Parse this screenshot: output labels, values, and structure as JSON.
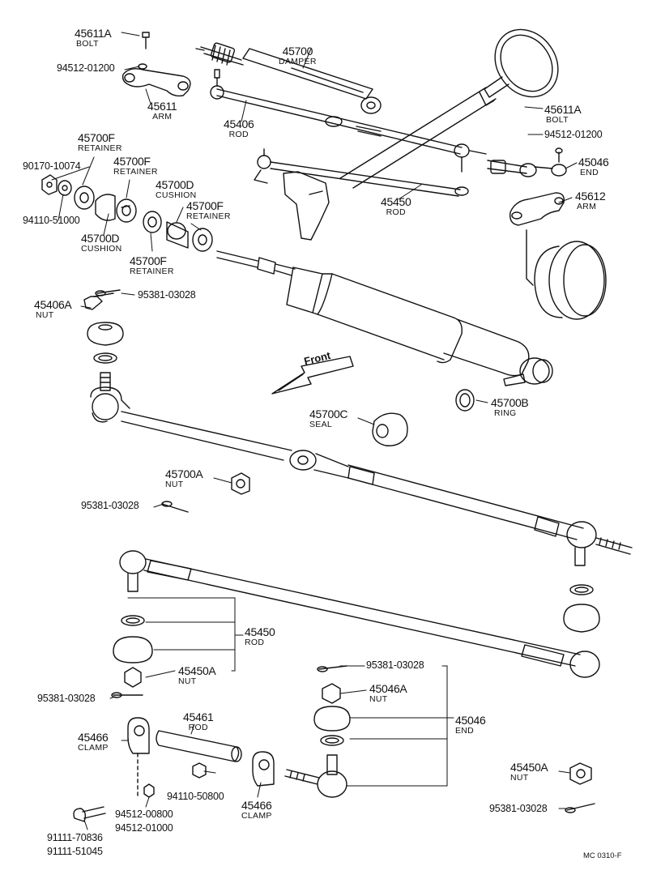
{
  "callouts": {
    "bolt_a": {
      "number": "45611A",
      "name": "BOLT"
    },
    "washer_a": {
      "number": "94512-01200"
    },
    "arm_a": {
      "number": "45611",
      "name": "ARM"
    },
    "damper": {
      "number": "45700",
      "name": "DAMPER"
    },
    "rod_a": {
      "number": "45406",
      "name": "ROD"
    },
    "bolt_b": {
      "number": "45611A",
      "name": "BOLT"
    },
    "washer_b": {
      "number": "94512-01200"
    },
    "end_a": {
      "number": "45046",
      "name": "END"
    },
    "rod_b": {
      "number": "45450",
      "name": "ROD"
    },
    "arm_b": {
      "number": "45612",
      "name": "ARM"
    },
    "ret_1": {
      "number": "45700F",
      "name": "RETAINER"
    },
    "ret_2": {
      "number": "45700F",
      "name": "RETAINER"
    },
    "nut_small": {
      "number": "90170-10074"
    },
    "cush_1": {
      "number": "45700D",
      "name": "CUSHION"
    },
    "ret_3": {
      "number": "45700F",
      "name": "RETAINER"
    },
    "washer_c": {
      "number": "94110-51000"
    },
    "cush_2": {
      "number": "45700D",
      "name": "CUSHION"
    },
    "ret_4": {
      "number": "45700F",
      "name": "RETAINER"
    },
    "pin_a": {
      "number": "95381-03028"
    },
    "nut_a": {
      "number": "45406A",
      "name": "NUT"
    },
    "front": {
      "text": "Front"
    },
    "ring": {
      "number": "45700B",
      "name": "RING"
    },
    "seal": {
      "number": "45700C",
      "name": "SEAL"
    },
    "nut_b": {
      "number": "45700A",
      "name": "NUT"
    },
    "pin_b": {
      "number": "95381-03028"
    },
    "rod_c": {
      "number": "45450",
      "name": "ROD"
    },
    "nut_c": {
      "number": "45450A",
      "name": "NUT"
    },
    "pin_c": {
      "number": "95381-03028"
    },
    "pin_d": {
      "number": "95381-03028"
    },
    "nut_d": {
      "number": "45046A",
      "name": "NUT"
    },
    "end_b": {
      "number": "45046",
      "name": "END"
    },
    "clamp_a": {
      "number": "45466",
      "name": "CLAMP"
    },
    "rod_d": {
      "number": "45461",
      "name": "ROD"
    },
    "nut_e": {
      "number": "94110-50800"
    },
    "washer_d1": {
      "number": "94512-00800"
    },
    "washer_d2": {
      "number": "94512-01000"
    },
    "clamp_b": {
      "number": "45466",
      "name": "CLAMP"
    },
    "bolt_c1": {
      "number": "91111-70836"
    },
    "bolt_c2": {
      "number": "91111-51045"
    },
    "nut_f": {
      "number": "45450A",
      "name": "NUT"
    },
    "pin_e": {
      "number": "95381-03028"
    },
    "ref": {
      "text": "MC 0310-F"
    }
  }
}
